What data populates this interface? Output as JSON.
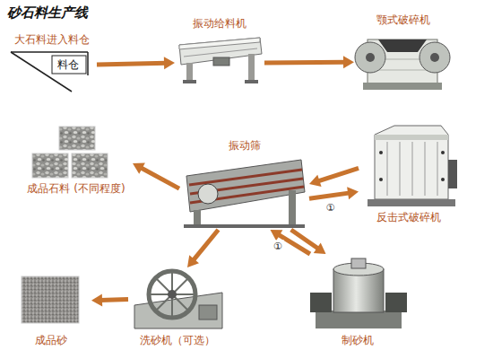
{
  "diagram": {
    "title": "砂石料生产线",
    "nodes": [
      {
        "text": [
          "大石料进入料仓",
          "料仓"
        ]
      },
      {
        "text": [
          "振动给料机"
        ]
      },
      {
        "text": [
          "颚式破碎机"
        ]
      },
      {
        "text": [
          "反击式破碎机"
        ]
      },
      {
        "text": [
          "振动筛"
        ]
      },
      {
        "text": [
          "成品石料 (不同程度)"
        ]
      },
      {
        "text": [
          "制砂机"
        ]
      },
      {
        "text": [
          "洗砂机（可选）"
        ]
      },
      {
        "text": [
          "成品砂"
        ]
      }
    ],
    "edges": [
      {
        "from": 0,
        "to": 1,
        "arrow": "to"
      },
      {
        "from": 1,
        "to": 2,
        "arrow": "to"
      },
      {
        "from": 3,
        "to": 4,
        "arrow": "to"
      },
      {
        "from": 4,
        "to": 3,
        "label": "①",
        "arrow": "to"
      },
      {
        "from": 4,
        "to": 5,
        "arrow": "to"
      },
      {
        "from": 4,
        "to": 7,
        "arrow": "to"
      },
      {
        "from": 4,
        "to": 6,
        "arrow": "to"
      },
      {
        "from": 6,
        "to": 4,
        "label": "①",
        "arrow": "to"
      },
      {
        "from": 7,
        "to": 8,
        "arrow": "to"
      }
    ]
  }
}
